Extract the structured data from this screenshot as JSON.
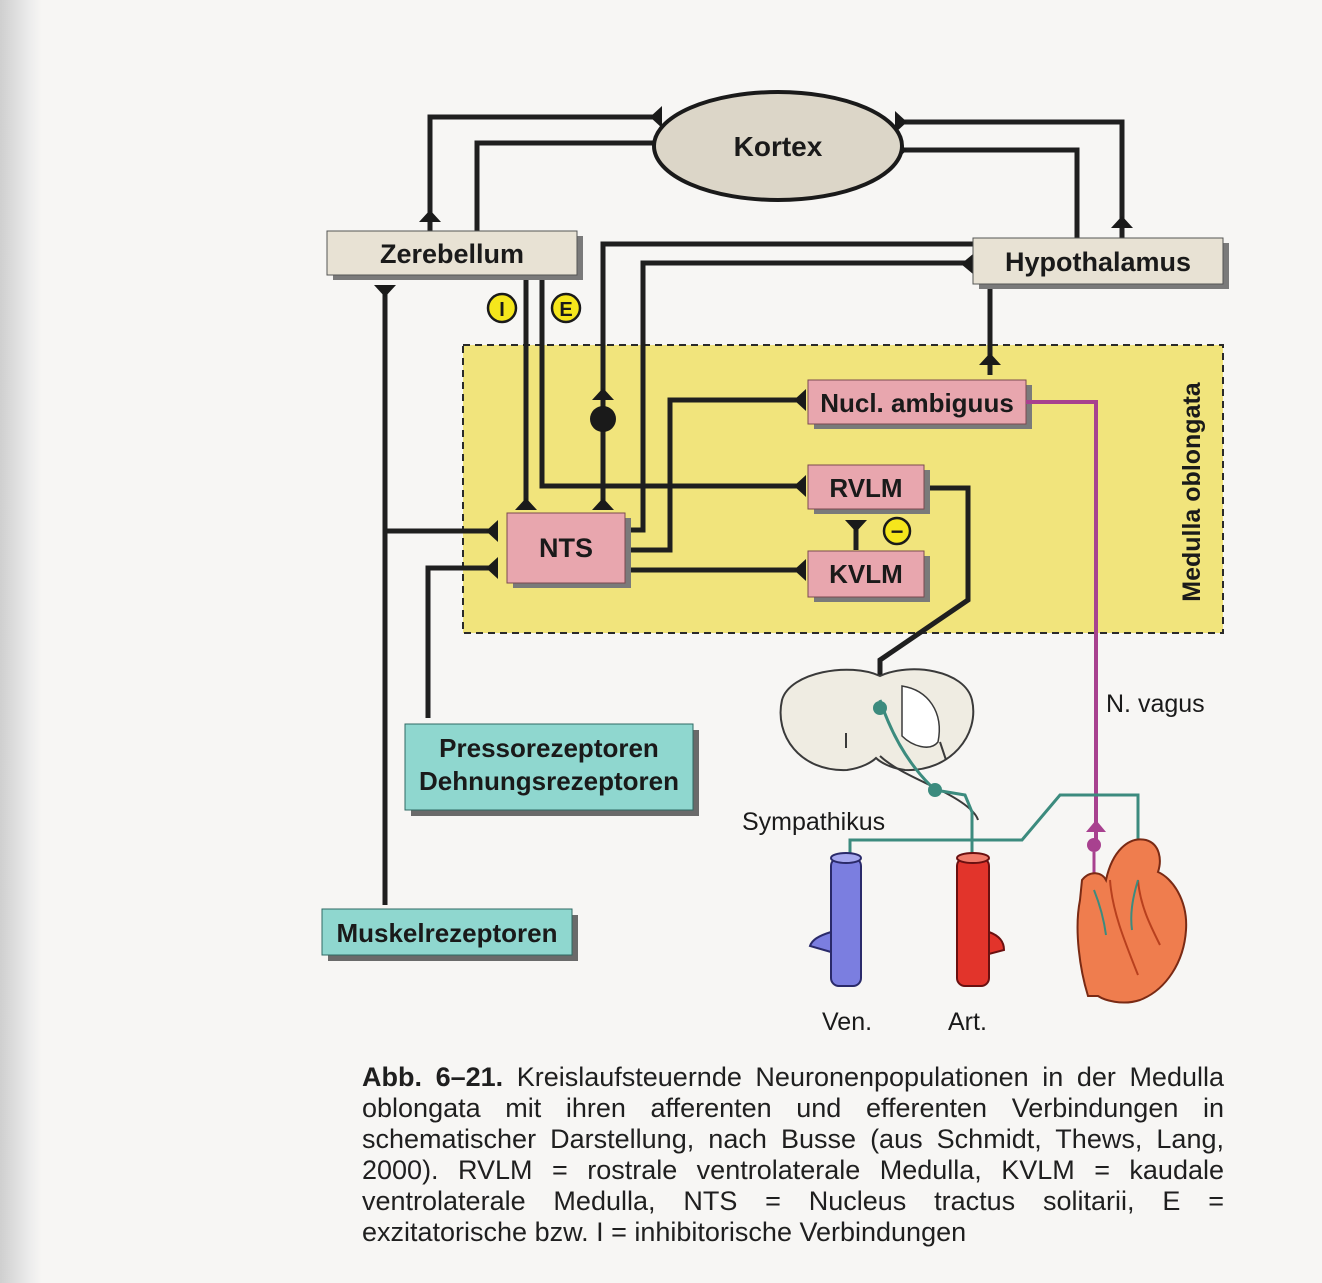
{
  "diagram": {
    "nodes": {
      "kortex": "Kortex",
      "zerebellum": "Zerebellum",
      "hypothalamus": "Hypothalamus",
      "nucl_ambiguus": "Nucl. ambiguus",
      "rvlm": "RVLM",
      "kvlm": "KVLM",
      "nts": "NTS",
      "pressorezeptoren_1": "Pressorezeptoren",
      "pressorezeptoren_2": "Dehnungsrezeptoren",
      "muskelrezeptoren": "Muskelrezeptoren"
    },
    "region_label": "Medulla oblongata",
    "badges": {
      "inhibitory": "I",
      "excitatory": "E",
      "minus": "−"
    },
    "labels": {
      "vagus": "N. vagus",
      "sympathikus": "Sympathikus",
      "ven": "Ven.",
      "art": "Art."
    },
    "colors": {
      "beige_box": "#e8e2d4",
      "pink_box": "#e8a6ae",
      "teal_box": "#8fd7cf",
      "medulla_region": "#f1e47c",
      "badge_yellow": "#f5e61c",
      "vagus_line": "#a8418f",
      "sympathetic_line": "#3c8b7e",
      "vein": "#7b7ee0",
      "artery": "#e2342b",
      "heart": "#ef7d4e"
    }
  },
  "caption": {
    "label": "Abb. 6–21.",
    "text": " Kreislaufsteuernde Neuronenpopulationen in der Medulla oblongata mit ihren afferenten und efferenten Verbindungen in schematischer Darstellung, nach Busse (aus Schmidt, Thews, Lang, 2000). RVLM = rostrale ventrolaterale Medulla, KVLM = kaudale ventrolaterale Medulla, NTS = Nucleus tractus solitarii, E = exzitatorische bzw. I = inhibitorische Verbindungen"
  }
}
